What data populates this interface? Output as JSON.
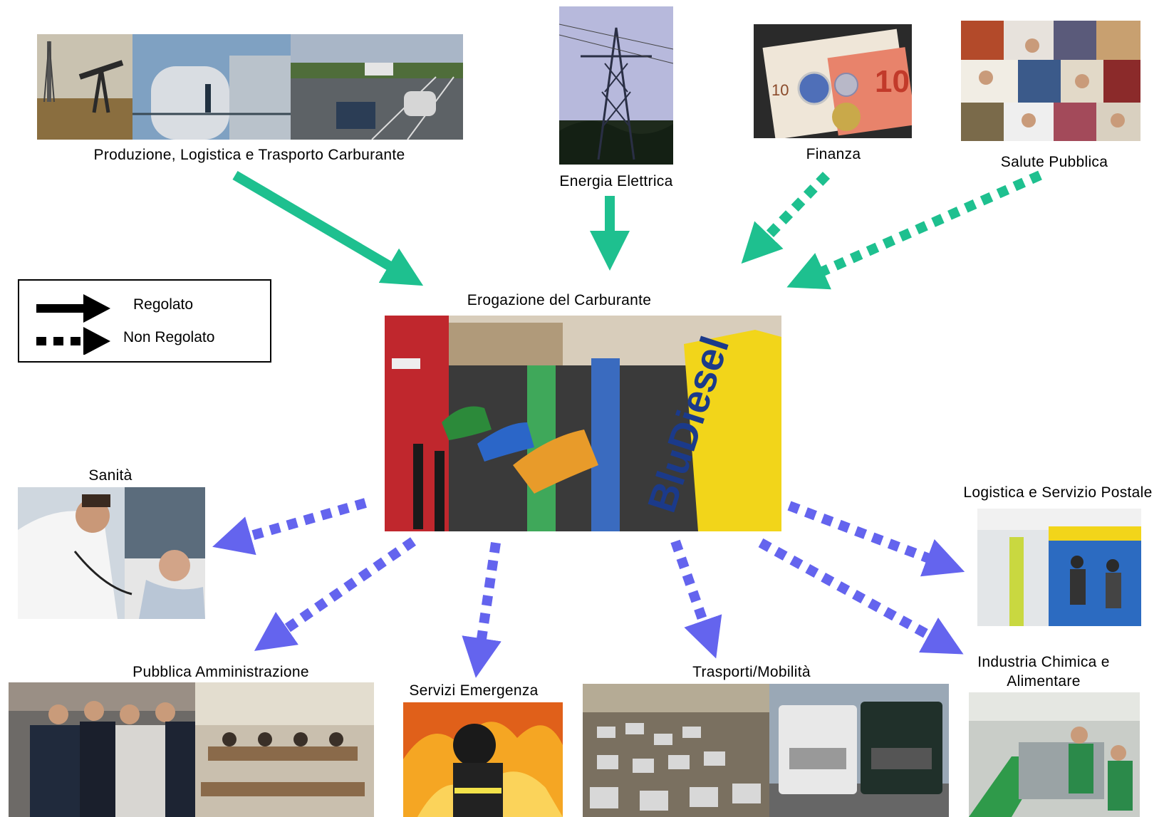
{
  "colors": {
    "regulated": "#1ec08f",
    "unregulated_in": "#1ec08f",
    "unregulated_out": "#6464ee"
  },
  "center": {
    "label": "Erogazione del Carburante",
    "pump_brand": "BluDiesel"
  },
  "inputs": {
    "fuel": "Produzione, Logistica e Trasporto Carburante",
    "energy": "Energia Elettrica",
    "finance": "Finanza",
    "health_public": "Salute Pubblica"
  },
  "outputs": {
    "health": "Sanità",
    "public_admin": "Pubblica Amministrazione",
    "emergency": "Servizi Emergenza",
    "transport": "Trasporti/Mobilità",
    "postal": "Logistica e Servizio Postale",
    "industry_line1": "Industria Chimica e",
    "industry_line2": "Alimentare"
  },
  "legend": {
    "regulated": "Regolato",
    "unregulated": "Non Regolato"
  }
}
